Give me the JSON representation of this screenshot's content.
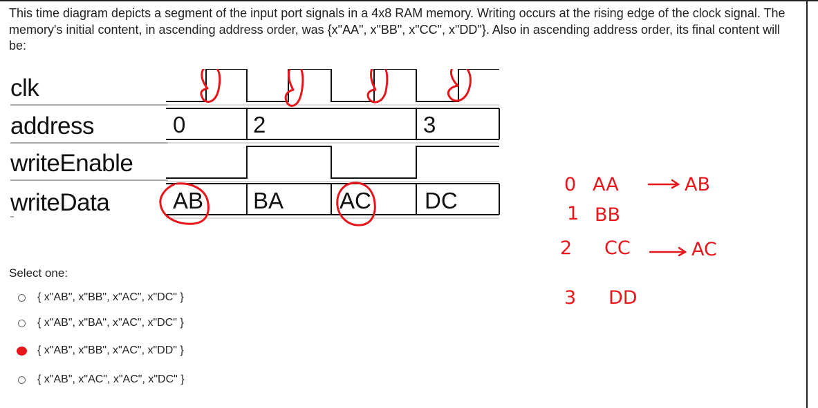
{
  "question": {
    "text": "This time diagram depicts a segment of the input port signals in a 4x8 RAM memory. Writing occurs at the rising edge of the clock signal. The memory's initial content, in ascending address order, was {x\"AA\", x\"BB\", x\"CC\", x\"DD\"}. Also in ascending address order, its final content will be:"
  },
  "timing": {
    "signals": [
      "clk",
      "address",
      "writeEnable",
      "writeData"
    ],
    "address_values": [
      "0",
      "2",
      "3"
    ],
    "writedata_values": [
      "AB",
      "BA",
      "AC",
      "DC"
    ]
  },
  "answers": {
    "prompt": "Select one:",
    "options": [
      {
        "label": "{ x\"AB\", x\"BB\", x\"AC\", x\"DC\" }",
        "selected": false
      },
      {
        "label": "{ x\"AB\", x\"BA\", x\"AC\", x\"DC\" }",
        "selected": false
      },
      {
        "label": "{ x\"AB\", x\"BB\", x\"AC\", x\"DD\" }",
        "selected": true
      },
      {
        "label": "{ x\"AB\", x\"AC\", x\"AC\", x\"DC\" }",
        "selected": false
      }
    ]
  },
  "annotations": {
    "color": "#e8151b",
    "rows": [
      {
        "index": "0",
        "value": "AA",
        "new_value": "AB"
      },
      {
        "index": "1",
        "value": "BB",
        "new_value": ""
      },
      {
        "index": "2",
        "value": "CC",
        "new_value": "AC"
      },
      {
        "index": "3",
        "value": "DD",
        "new_value": ""
      }
    ]
  }
}
